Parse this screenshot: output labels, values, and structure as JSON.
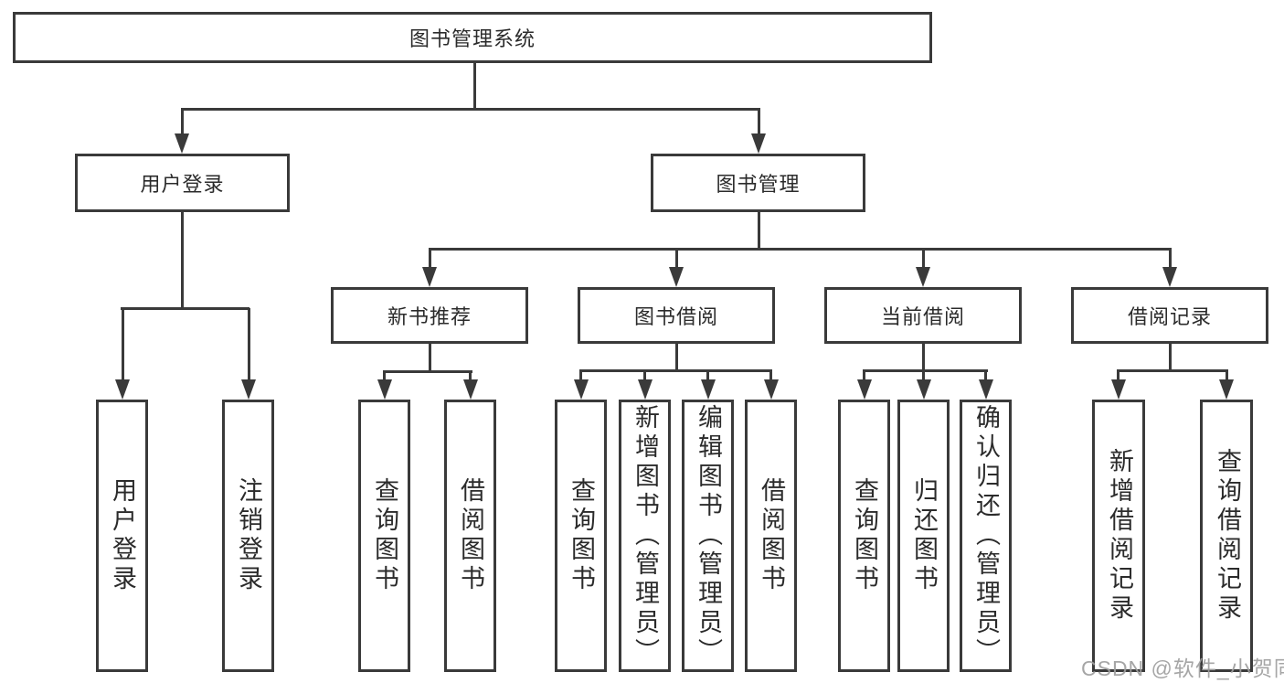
{
  "diagram": {
    "root": {
      "label": "图书管理系统"
    },
    "branches": [
      {
        "label": "用户登录",
        "children": [
          {
            "label": "用户登录"
          },
          {
            "label": "注销登录"
          }
        ]
      },
      {
        "label": "图书管理",
        "groups": [
          {
            "label": "新书推荐",
            "children": [
              {
                "label": "查询图书"
              },
              {
                "label": "借阅图书"
              }
            ]
          },
          {
            "label": "图书借阅",
            "children": [
              {
                "label": "查询图书"
              },
              {
                "label": "新增图书（管理员）"
              },
              {
                "label": "编辑图书（管理员）"
              },
              {
                "label": "借阅图书"
              }
            ]
          },
          {
            "label": "当前借阅",
            "children": [
              {
                "label": "查询图书"
              },
              {
                "label": "归还图书"
              },
              {
                "label": "确认归还（管理员）"
              }
            ]
          },
          {
            "label": "借阅记录",
            "children": [
              {
                "label": "新增借阅记录"
              },
              {
                "label": "查询借阅记录"
              }
            ]
          }
        ]
      }
    ]
  },
  "colors": {
    "line": "#3a3a3a",
    "text": "#2b2b2b",
    "background": "#ffffff",
    "watermark_gray": "#9e9e9e"
  },
  "watermark": {
    "text": "CSDN @软件_小贺同学"
  }
}
